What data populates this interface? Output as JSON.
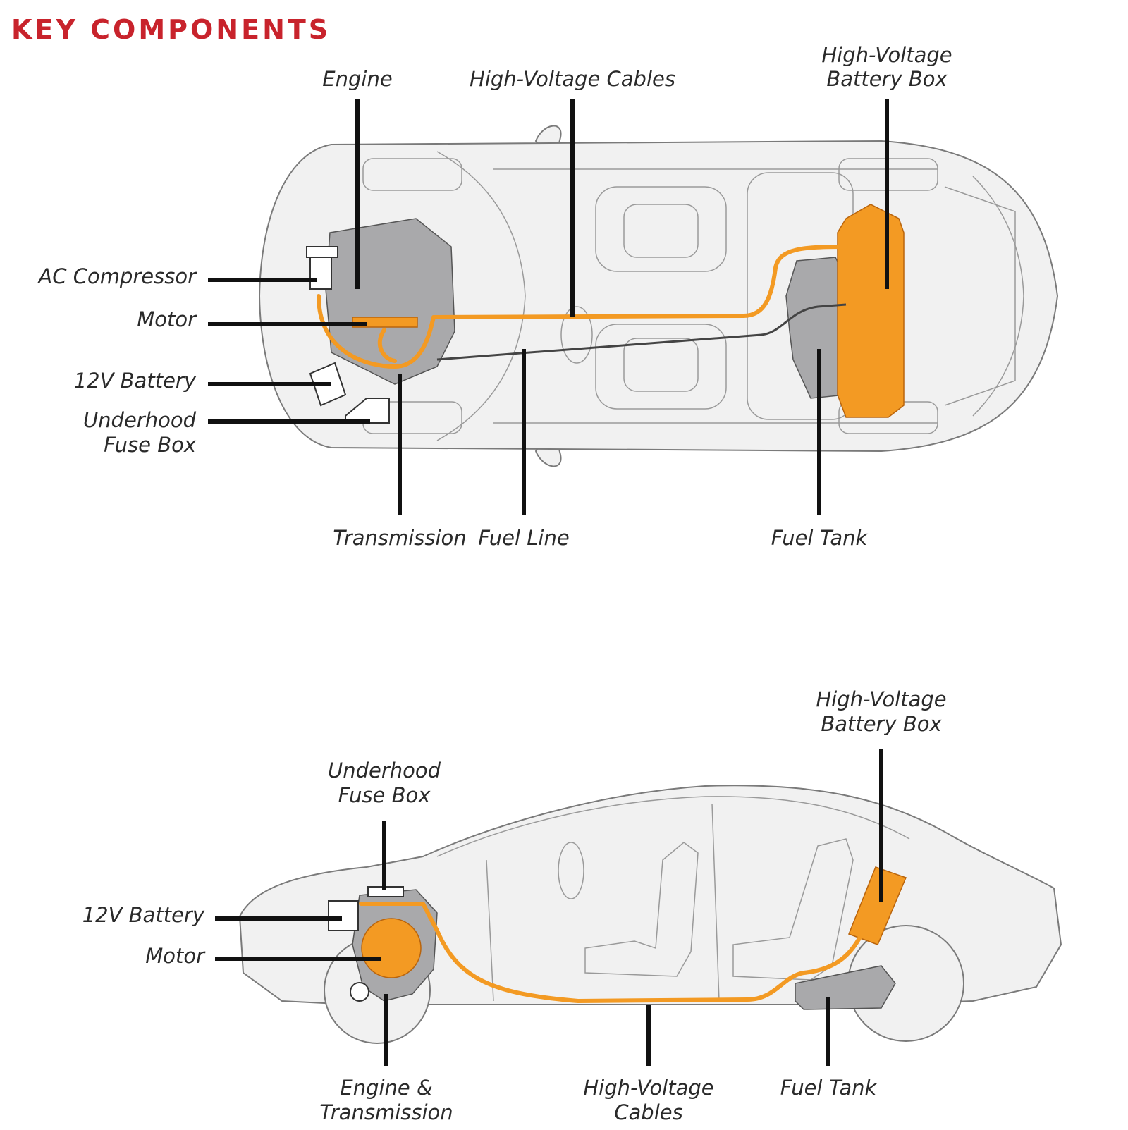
{
  "title": "KEY COMPONENTS",
  "colors": {
    "title": "#c8232c",
    "high_voltage": "#f39a23",
    "component_gray": "#a9a9ab",
    "leader_lines": "#111111"
  },
  "top_view": {
    "engine": "Engine",
    "hv_cables": "High-Voltage Cables",
    "hv_battery_box": [
      "High-Voltage",
      "Battery Box"
    ],
    "ac_compressor": "AC Compressor",
    "motor": "Motor",
    "battery_12v": "12V Battery",
    "underhood_fuse_box": [
      "Underhood",
      "Fuse Box"
    ],
    "transmission": "Transmission",
    "fuel_line": "Fuel Line",
    "fuel_tank": "Fuel Tank"
  },
  "side_view": {
    "hv_battery_box": [
      "High-Voltage",
      "Battery Box"
    ],
    "underhood_fuse_box": [
      "Underhood",
      "Fuse Box"
    ],
    "battery_12v": "12V Battery",
    "motor": "Motor",
    "engine_transmission": [
      "Engine &",
      "Transmission"
    ],
    "hv_cables": [
      "High-Voltage",
      "Cables"
    ],
    "fuel_tank": "Fuel Tank"
  }
}
